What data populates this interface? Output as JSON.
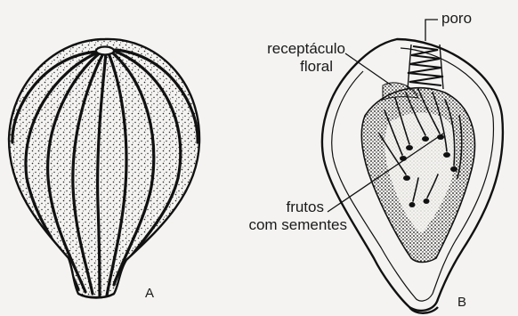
{
  "labels": {
    "poro": "poro",
    "receptaculo_line1": "receptáculo",
    "receptaculo_line2": "floral",
    "frutos_line1": "frutos",
    "frutos_line2": "com sementes",
    "panel_a": "A",
    "panel_b": "B"
  },
  "colors": {
    "ink": "#1a1a1a",
    "background": "#f4f3f1"
  }
}
